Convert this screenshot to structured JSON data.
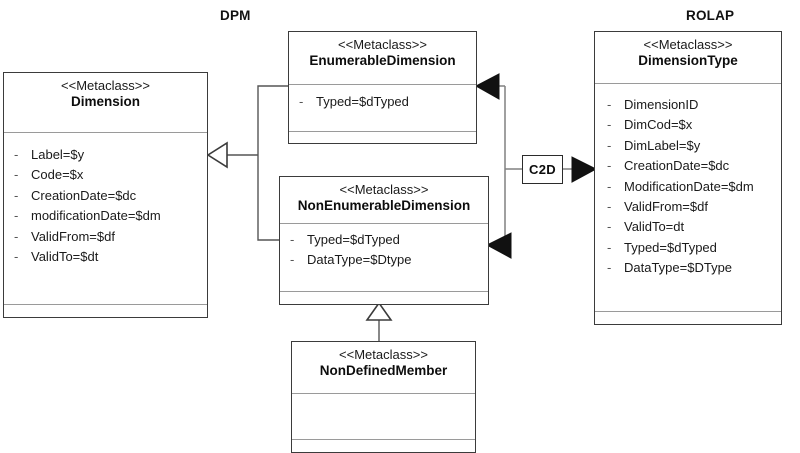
{
  "diagram": {
    "title_left": "DPM",
    "title_right": "ROLAP",
    "stereotype": "<<Metaclass>>",
    "relationship_label": "C2D"
  },
  "classes": {
    "dimension": {
      "stereotype": "<<Metaclass>>",
      "name": "Dimension",
      "attributes": [
        {
          "visibility": "-",
          "text": "Label=$y"
        },
        {
          "visibility": "-",
          "text": "Code=$x"
        },
        {
          "visibility": "-",
          "text": "CreationDate=$dc"
        },
        {
          "visibility": "-",
          "text": "modificationDate=$dm"
        },
        {
          "visibility": "-",
          "text": "ValidFrom=$df"
        },
        {
          "visibility": "-",
          "text": "ValidTo=$dt"
        }
      ]
    },
    "enumerable_dimension": {
      "stereotype": "<<Metaclass>>",
      "name": "EnumerableDimension",
      "attributes": [
        {
          "visibility": "-",
          "text": "Typed=$dTyped"
        }
      ]
    },
    "non_enumerable_dimension": {
      "stereotype": "<<Metaclass>>",
      "name": "NonEnumerableDimension",
      "attributes": [
        {
          "visibility": "-",
          "text": "Typed=$dTyped"
        },
        {
          "visibility": "-",
          "text": "DataType=$Dtype"
        }
      ]
    },
    "non_defined_member": {
      "stereotype": "<<Metaclass>>",
      "name": "NonDefinedMember",
      "attributes": []
    },
    "dimension_type": {
      "stereotype": "<<Metaclass>>",
      "name": "DimensionType",
      "attributes": [
        {
          "visibility": "-",
          "text": "DimensionID"
        },
        {
          "visibility": "-",
          "text": "DimCod=$x"
        },
        {
          "visibility": "-",
          "text": "DimLabel=$y"
        },
        {
          "visibility": "-",
          "text": "CreationDate=$dc"
        },
        {
          "visibility": "-",
          "text": "ModificationDate=$dm"
        },
        {
          "visibility": "-",
          "text": "ValidFrom=$df"
        },
        {
          "visibility": "-",
          "text": "ValidTo=dt"
        },
        {
          "visibility": "-",
          "text": "Typed=$dTyped"
        },
        {
          "visibility": "-",
          "text": "DataType=$DType"
        }
      ]
    }
  },
  "colors": {
    "box_border": "#3b3b3b",
    "divider": "#9a9a9a",
    "connector": "#808080",
    "arrow_fill": "#111111",
    "background": "#ffffff"
  }
}
